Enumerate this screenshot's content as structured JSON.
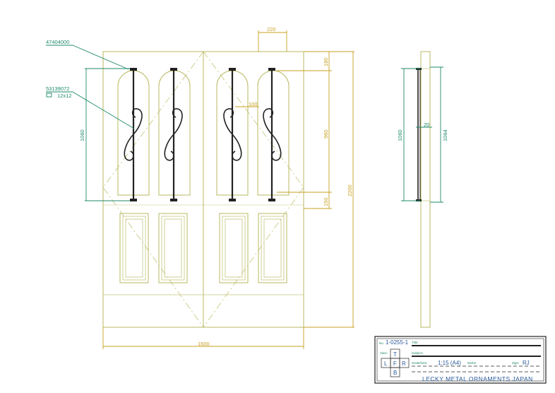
{
  "callouts": {
    "part_a": "47404000",
    "part_b": "53139072",
    "part_b_size": "12x12"
  },
  "dimensions": {
    "top_width": "220",
    "total_width": "1600",
    "total_height": "2200",
    "grille_height": "1060",
    "top_gap": "180",
    "arch_height": "960",
    "bottom_gap": "150",
    "scroll_width": "100",
    "side_grille_height": "1060",
    "side_total_height": "1064",
    "side_depth": "20"
  },
  "title_block": {
    "no_label": "No.",
    "drawing_no": "1-0255-1",
    "title_label": "Title:",
    "view_label": "View:",
    "view_t": "T",
    "view_l": "L",
    "view_f": "F",
    "view_r": "R",
    "view_b": "B",
    "subject_label": "Subject:",
    "scale_label": "Scale/Size:",
    "scale_value": "1:15 (A4)",
    "name_label": "Name:",
    "sign_label": "Sign:",
    "sign_value": "RJ",
    "company": "LECKY METAL ORNAMENTS JAPAN"
  },
  "colors": {
    "frame": "#b8b860",
    "dimension": "#1e8a6a",
    "dimension_orange": "#c8a020",
    "iron": "#222222"
  }
}
